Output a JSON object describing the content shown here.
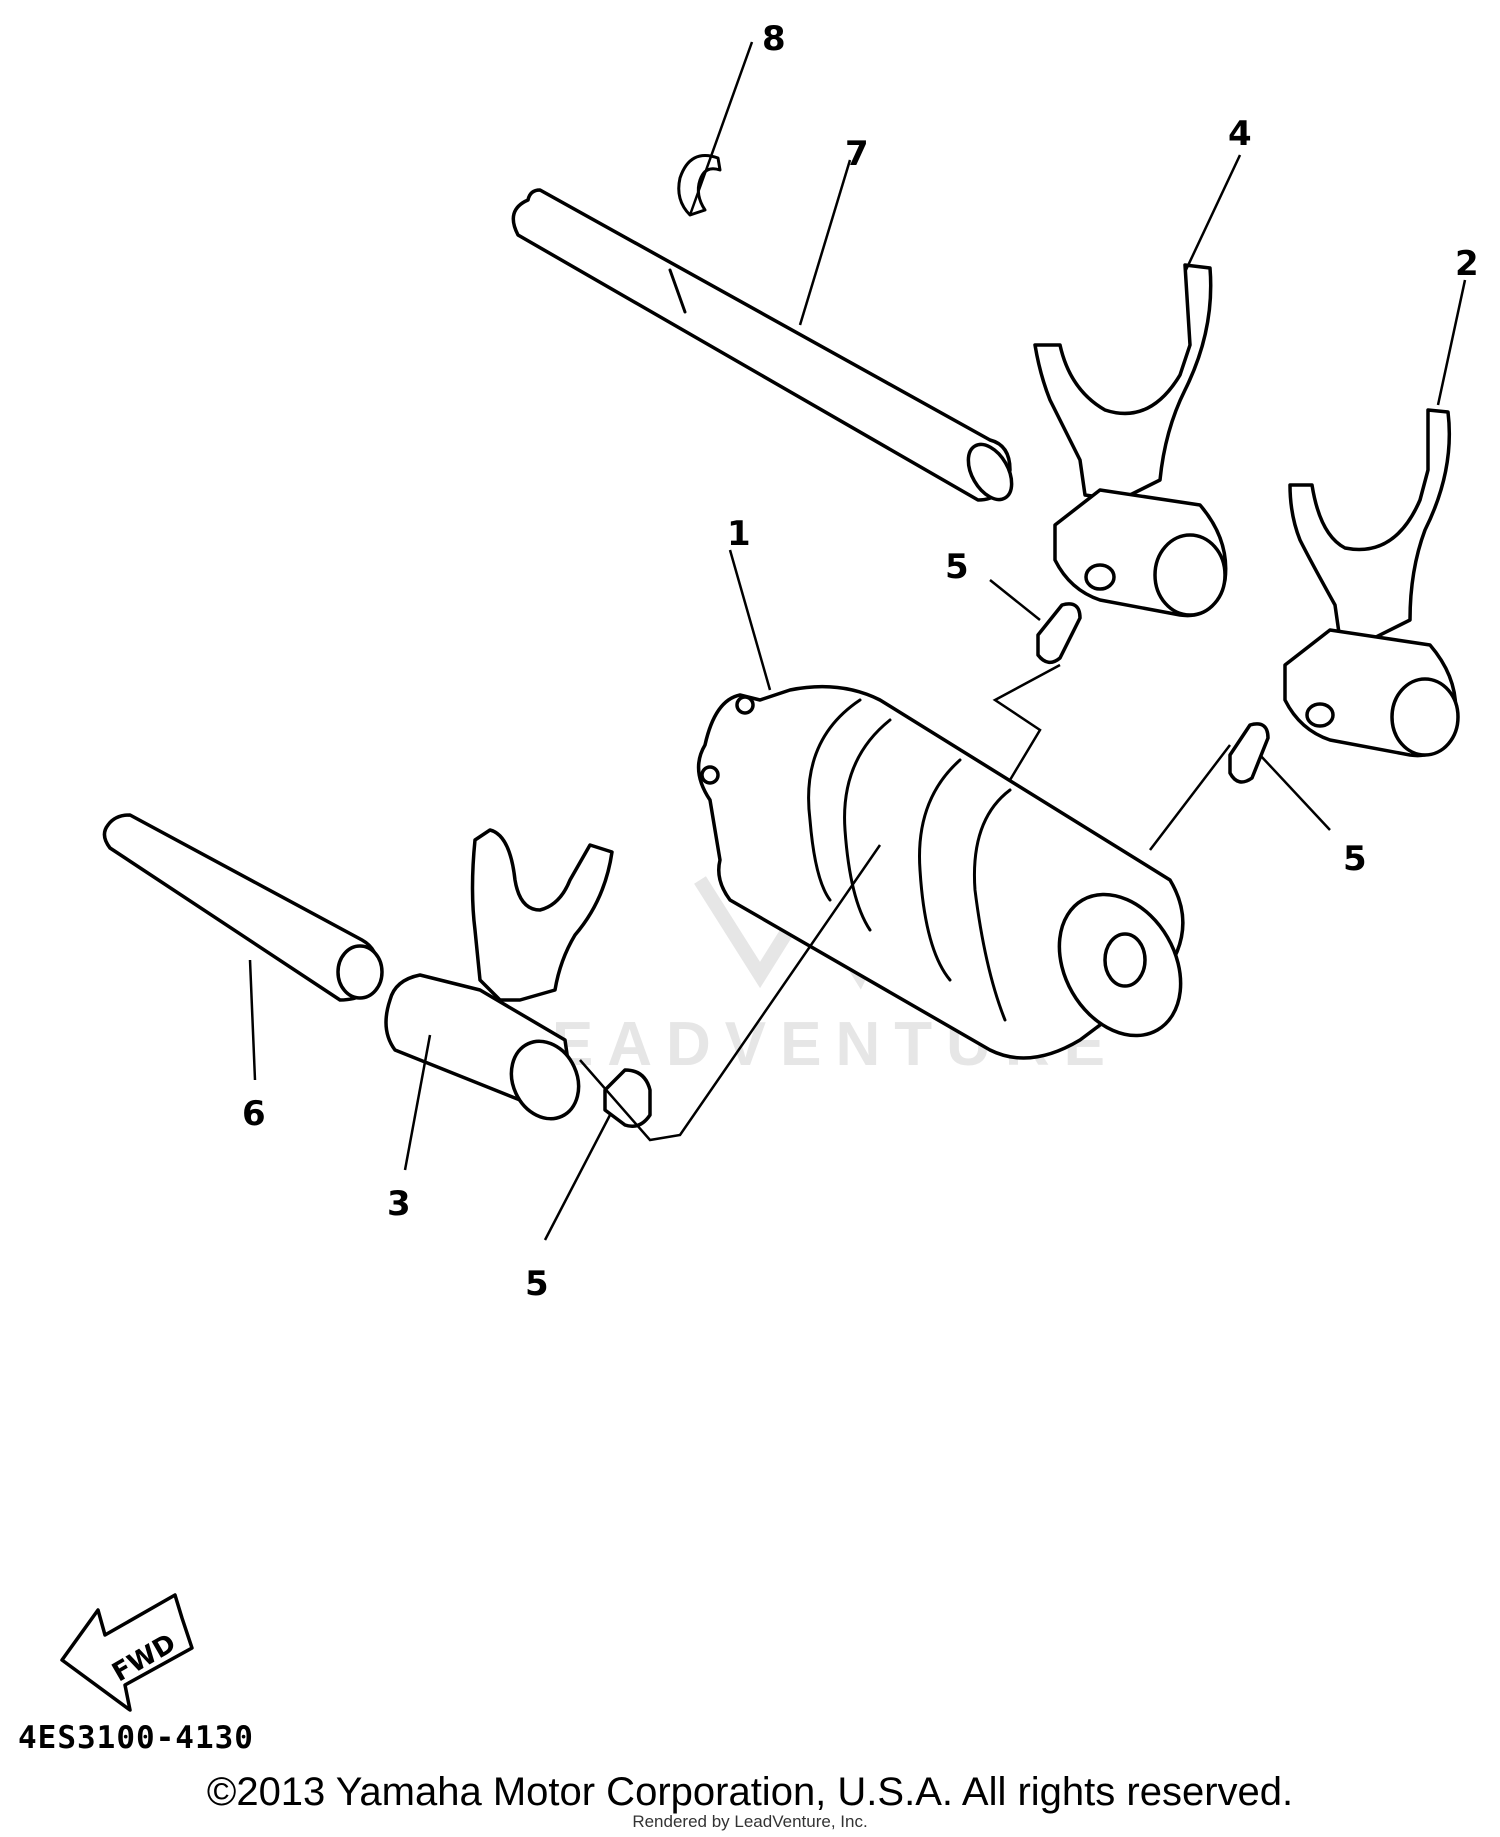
{
  "diagram": {
    "callouts": {
      "drum": "1",
      "fork_right": "2",
      "fork_left": "3",
      "fork_top": "4",
      "pin_top": "5",
      "pin_right": "5",
      "pin_bottom": "5",
      "guide_bar_short": "6",
      "guide_bar_long": "7",
      "circlip": "8"
    },
    "fwd_label": "FWD",
    "watermark": "LEADVENTURE",
    "diagram_code": "4ES3100-4130"
  },
  "footer": {
    "copyright": "©2013 Yamaha Motor Corporation, U.S.A. All rights reserved.",
    "rendered_by": "Rendered by LeadVenture, Inc."
  }
}
